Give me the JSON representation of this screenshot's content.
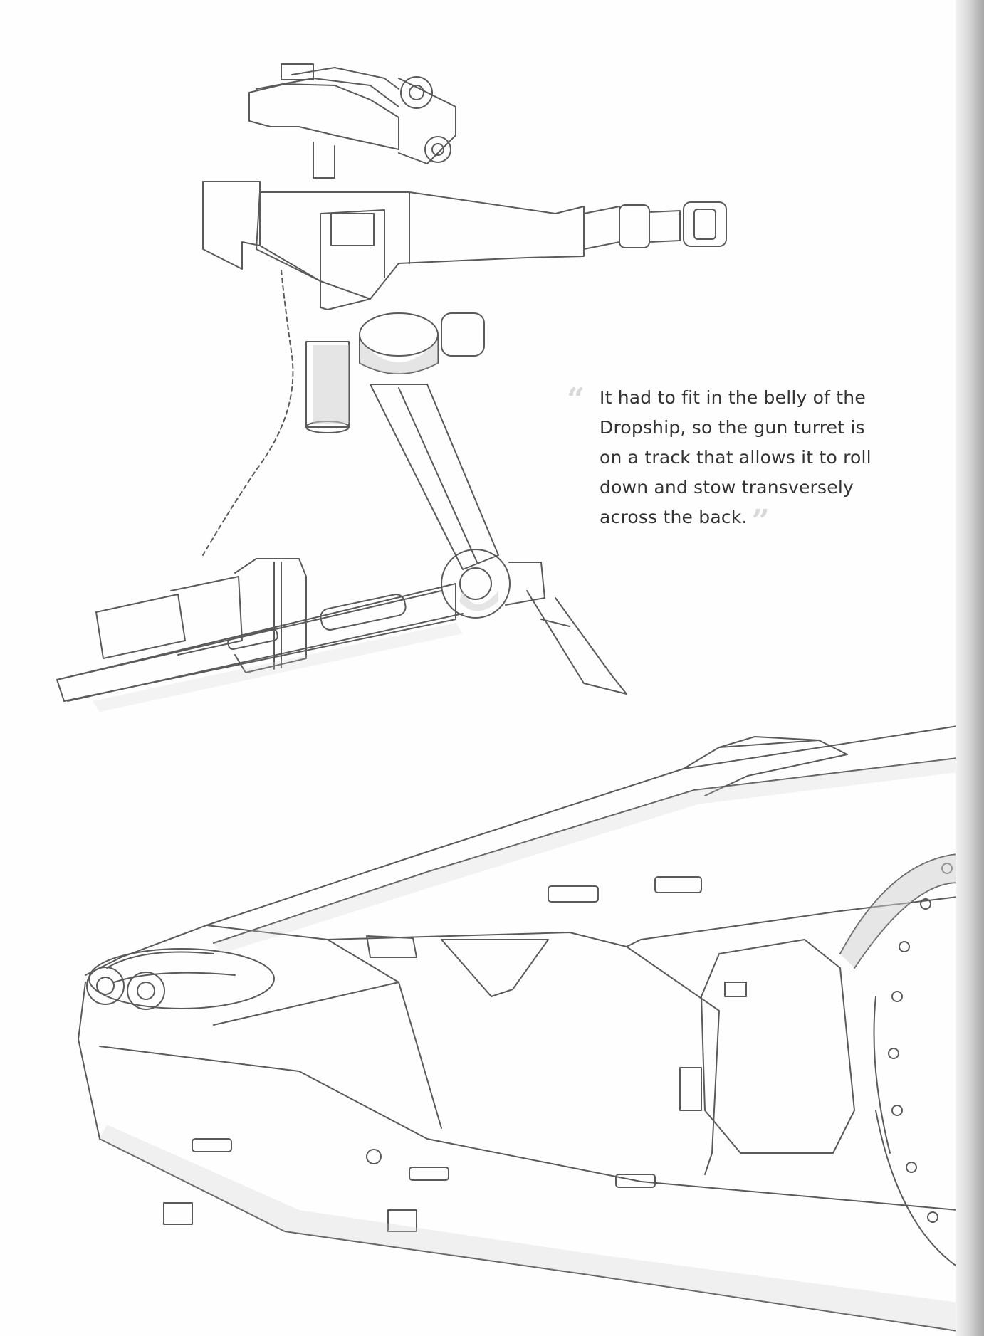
{
  "page": {
    "background": "#fefefe",
    "ink": "#555555"
  },
  "quote": {
    "open_mark": "“",
    "close_mark": "”",
    "lines": [
      "It had to fit in the belly of the",
      "Dropship, so the gun turret is",
      "on a track that allows it to roll",
      "down and stow transversely",
      "across the back."
    ]
  },
  "illustrations": {
    "turret": {
      "icon": "sentry-gun-turret-sketch"
    },
    "dropship": {
      "icon": "dropship-front-sketch"
    }
  }
}
